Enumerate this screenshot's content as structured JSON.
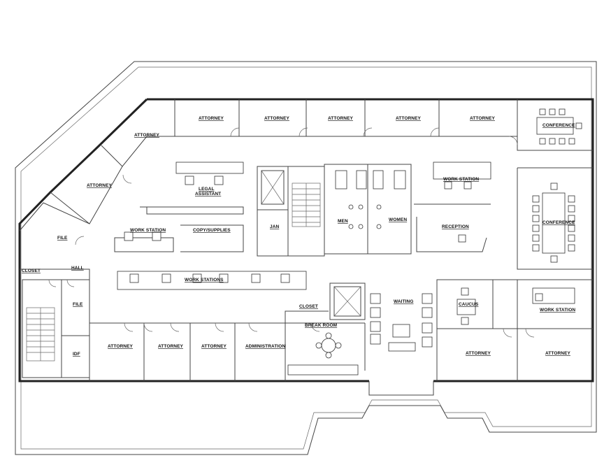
{
  "rooms": {
    "attorney_1": "ATTORNEY",
    "attorney_2": "ATTORNEY",
    "attorney_3": "ATTORNEY",
    "attorney_4": "ATTORNEY",
    "attorney_5": "ATTORNEY",
    "attorney_ne_diag": "ATTORNEY",
    "attorney_w_diag": "ATTORNEY",
    "conference_small": "CONFERENCE",
    "conference_large": "CONFERENCE",
    "legal_assistant_1": "LEGAL",
    "legal_assistant_2": "ASSISTANT",
    "work_station_ne": "WORK STATION",
    "work_station_w": "WORK STATION",
    "work_station_se": "WORK STATION",
    "work_stations": "WORK STATIONS",
    "copy_supplies": "COPY/SUPPLIES",
    "jan": "JAN",
    "men": "MEN",
    "women": "WOMEN",
    "reception": "RECEPTION",
    "file_w": "FILE",
    "closet_w": "CLOSET",
    "hall": "HALL",
    "file_sw": "FILE",
    "idf": "IDF",
    "attorney_s1": "ATTORNEY",
    "attorney_s2": "ATTORNEY",
    "attorney_s3": "ATTORNEY",
    "administration": "ADMINISTRATION",
    "closet_s": "CLOSET",
    "break_room": "BREAK ROOM",
    "waiting": "WAITING",
    "caucus": "CAUCUS",
    "attorney_se1": "ATTORNEY",
    "attorney_se2": "ATTORNEY"
  }
}
